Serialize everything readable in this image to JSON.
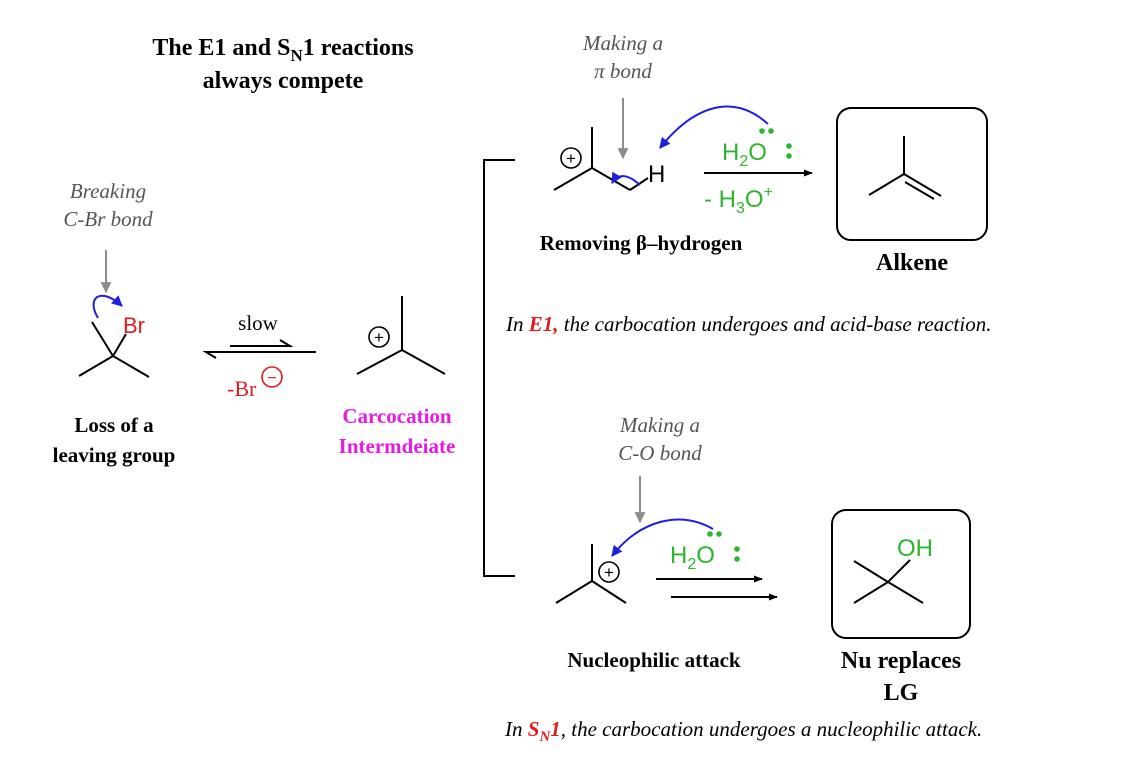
{
  "title": {
    "line1_a": "The E1 and S",
    "line1_sub": "N",
    "line1_b": "1 reactions",
    "line2": "always compete"
  },
  "colors": {
    "ink": "#000000",
    "gray_arrow": "#8c8c8c",
    "blue_arrow": "#1f1fe0",
    "red": "#e11b1b",
    "green": "#2db52d",
    "magenta": "#e51ae5"
  },
  "left": {
    "note_line1": "Breaking",
    "note_line2": "C-Br bond",
    "bromine": "Br",
    "caption_line1": "Loss of a",
    "caption_line2": "leaving group"
  },
  "equilibrium": {
    "above": "slow",
    "below": "-Br",
    "charge": "−"
  },
  "carbocation": {
    "plus": "+",
    "label_line1": "Carcocation",
    "label_line2": "Intermdeiate"
  },
  "e1": {
    "note_line1": "Making a",
    "note_pi": "π",
    "note_line2_rest": " bond",
    "plus": "+",
    "hydrogen": "H",
    "reagent_a": "H",
    "reagent_sub": "2",
    "reagent_o": "O",
    "lone_pair_dot": "•",
    "byproduct_a": "- H",
    "byproduct_sub": "3",
    "byproduct_o": "O",
    "byproduct_sup": "+",
    "caption": "Removing β–hydrogen",
    "product_label": "Alkene",
    "explain_in": "In ",
    "explain_key": "E1,",
    "explain_rest": " the carbocation undergoes and acid-base reaction."
  },
  "sn1": {
    "note_line1": "Making a",
    "note_line2": "C-O bond",
    "plus": "+",
    "reagent_a": "H",
    "reagent_sub": "2",
    "reagent_o": "O",
    "lone_pair_dot": "•",
    "caption": "Nucleophilic attack",
    "product_oh": "OH",
    "product_label_line1": "Nu replaces",
    "product_label_line2": "LG",
    "explain_in": "In ",
    "explain_key": "S",
    "explain_key_sub": "N",
    "explain_key_end": "1",
    "explain_rest": ", the carbocation undergoes a nucleophilic attack."
  }
}
